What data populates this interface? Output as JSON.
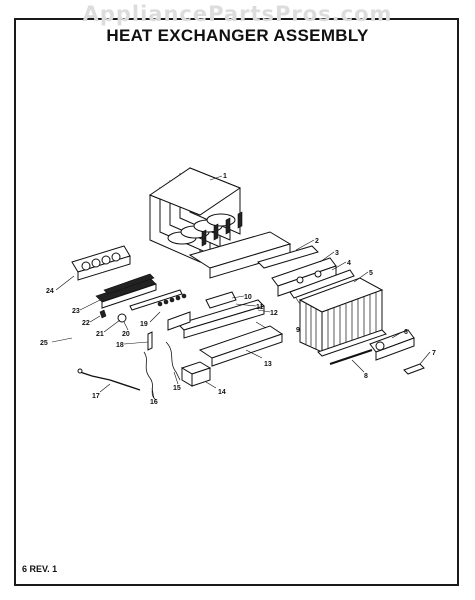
{
  "watermark": "AppliancePartsPros.com",
  "title": "HEAT EXCHANGER ASSEMBLY",
  "footer": "6 REV. 1",
  "callouts": [
    "1",
    "2",
    "3",
    "4",
    "5",
    "6",
    "7",
    "8",
    "9",
    "10",
    "11",
    "12",
    "13",
    "14",
    "15",
    "16",
    "17",
    "18",
    "19",
    "20",
    "21",
    "22",
    "23",
    "24",
    "25"
  ]
}
